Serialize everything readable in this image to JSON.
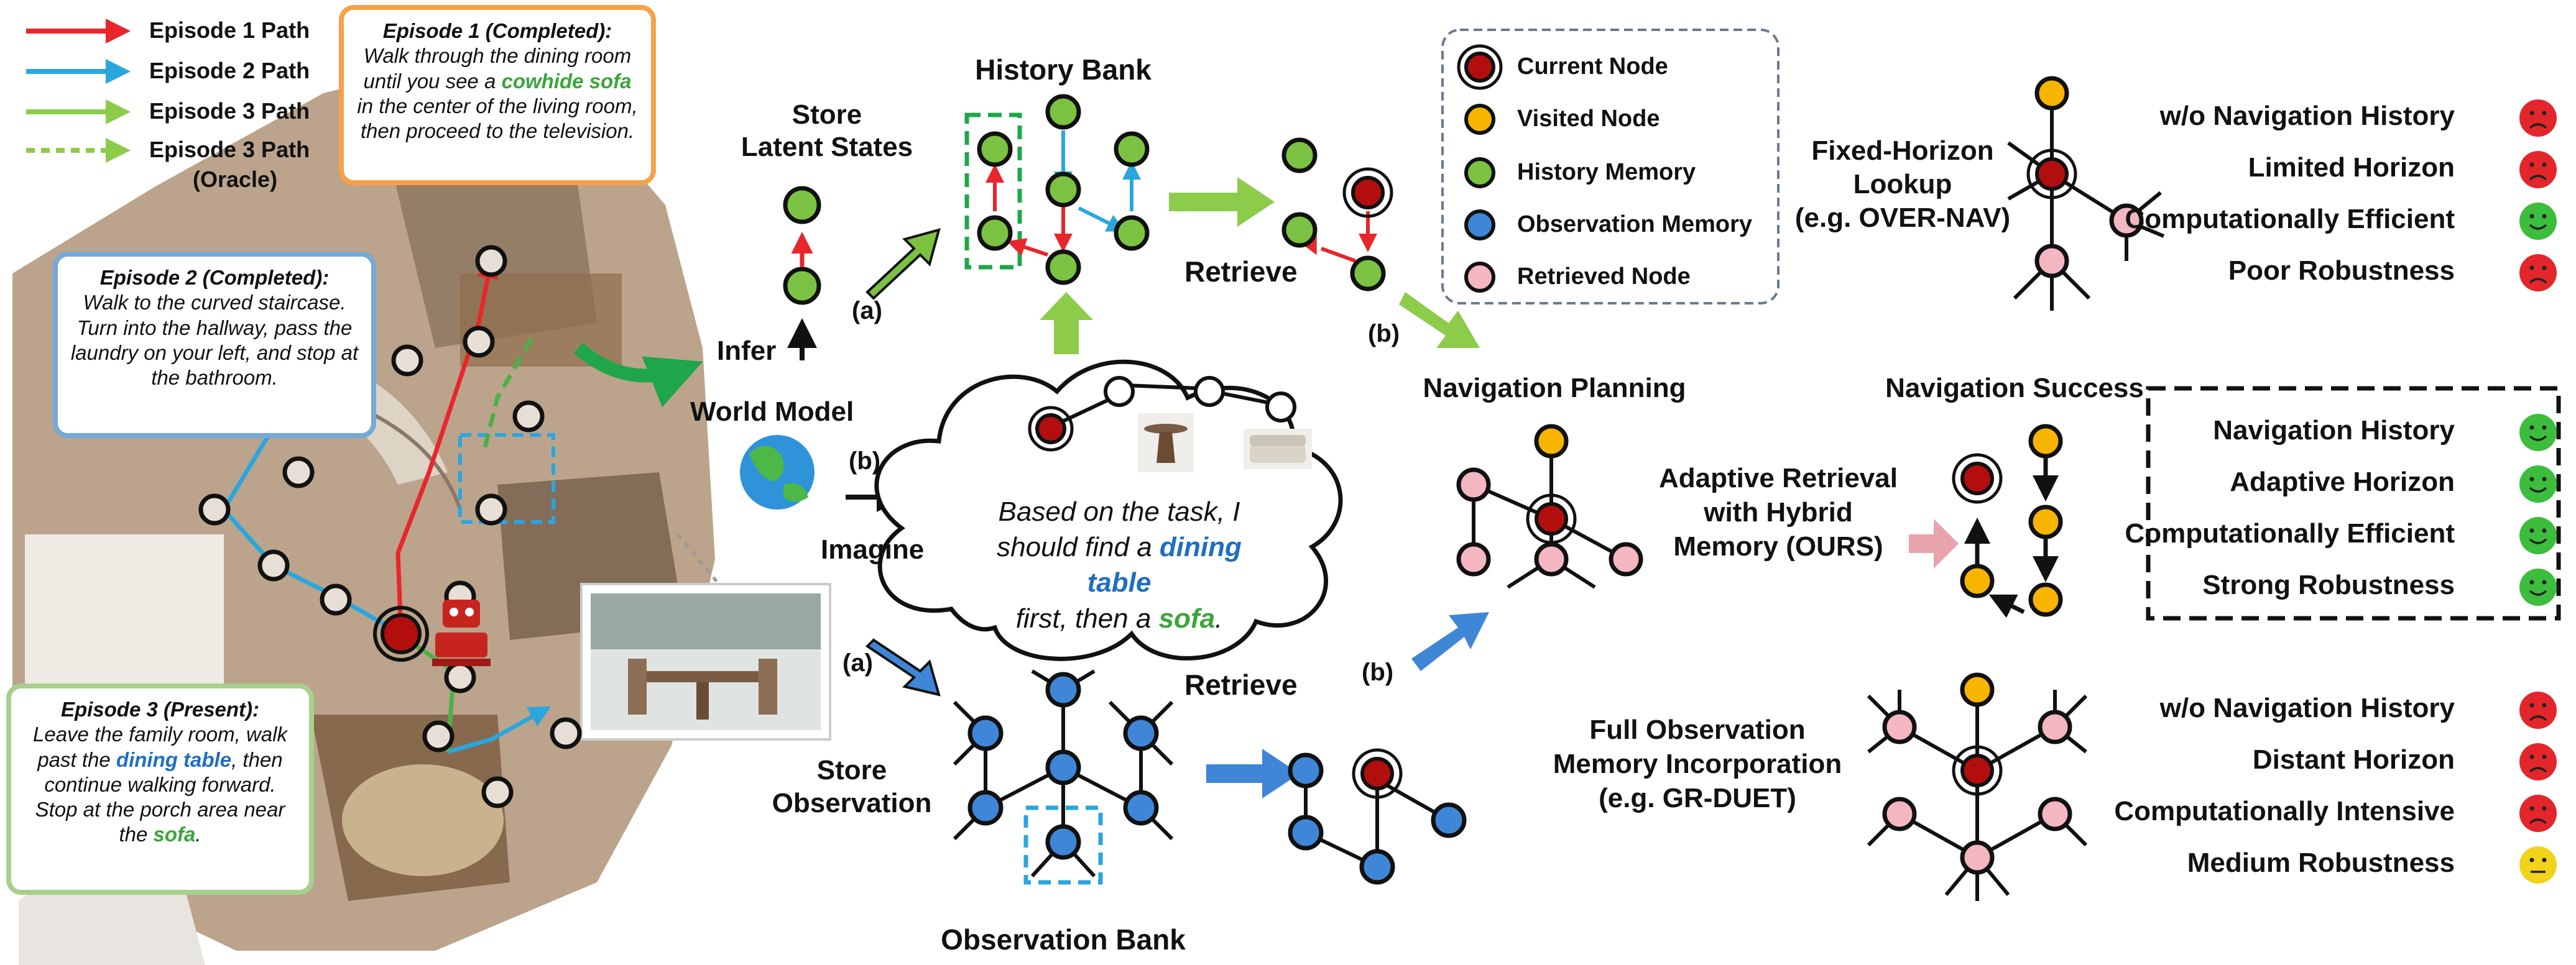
{
  "colors": {
    "path_episode1": "#e8262b",
    "path_episode2": "#2aa6de",
    "path_episode3": "#8ccc4a",
    "current_node": "#b30e0e",
    "visited_node": "#f7b500",
    "history_memory": "#7cc242",
    "observation_memory": "#3f86d6",
    "retrieved_node": "#f4b6c1",
    "smile_green": "#3dbd3d",
    "frown_red": "#e3262b",
    "neutral_yellow": "#f3d21b"
  },
  "legend_paths": {
    "ep1": "Episode 1 Path",
    "ep2": "Episode 2 Path",
    "ep3": "Episode 3 Path",
    "ep3o_line1": "Episode 3 Path",
    "ep3o_line2": "(Oracle)"
  },
  "episodes": {
    "ep1": {
      "title": "Episode 1 (Completed):",
      "t1": "Walk through the dining room until you see a ",
      "k1": "cowhide sofa",
      "t2": " in the center of the living room, then proceed to the television."
    },
    "ep2": {
      "title": "Episode 2 (Completed):",
      "t1": "Walk to the curved staircase. Turn into the hallway, pass the laundry on your left, and stop at the bathroom."
    },
    "ep3": {
      "title": "Episode 3 (Present):",
      "t1": "Leave the family room, walk past the ",
      "k1": "dining table",
      "t2": ", then continue walking forward. Stop at the porch area near the ",
      "k2": "sofa",
      "t3": "."
    }
  },
  "world": {
    "store_latent_1": "Store",
    "store_latent_2": "Latent States",
    "infer": "Infer",
    "world_model": "World Model",
    "imagine": "Imagine",
    "a_upper": "(a)",
    "b_middle": "(b)",
    "a_lower": "(a)",
    "b_upper": "(b)",
    "b_lower": "(b)",
    "store_obs_1": "Store",
    "store_obs_2": "Observation"
  },
  "cloud": {
    "t1": "Based on the task, I",
    "t2": "should find a ",
    "k1": "dining table",
    "t3": "first, then a ",
    "k2": "sofa",
    "t4": "."
  },
  "banks": {
    "history_bank": "History Bank",
    "observation_bank": "Observation Bank",
    "retrieve_top": "Retrieve",
    "retrieve_bottom": "Retrieve"
  },
  "node_legend": {
    "current": "Current Node",
    "visited": "Visited Node",
    "history": "History Memory",
    "observation": "Observation Memory",
    "retrieved": "Retrieved Node"
  },
  "methods": {
    "fixed_1": "Fixed-Horizon",
    "fixed_2": "Lookup",
    "fixed_3": "(e.g. OVER-NAV)",
    "nav_planning": "Navigation Planning",
    "nav_success": "Navigation Success",
    "ours_1": "Adaptive Retrieval",
    "ours_2": "with Hybrid",
    "ours_3": "Memory (OURS)",
    "full_1": "Full Observation",
    "full_2": "Memory Incorporation",
    "full_3": "(e.g. GR-DUET)"
  },
  "properties": {
    "top": [
      "w/o Navigation History",
      "Limited Horizon",
      "Computationally Efficient",
      "Poor Robustness"
    ],
    "middle": [
      "Navigation History",
      "Adaptive Horizon",
      "Computationally Efficient",
      "Strong Robustness"
    ],
    "bottom": [
      "w/o Navigation History",
      "Distant Horizon",
      "Computationally Intensive",
      "Medium Robustness"
    ]
  },
  "faces": {
    "top": [
      "frown",
      "frown",
      "smile",
      "frown"
    ],
    "middle": [
      "smile",
      "smile",
      "smile",
      "smile"
    ],
    "bottom": [
      "frown",
      "frown",
      "frown",
      "neutral"
    ]
  }
}
